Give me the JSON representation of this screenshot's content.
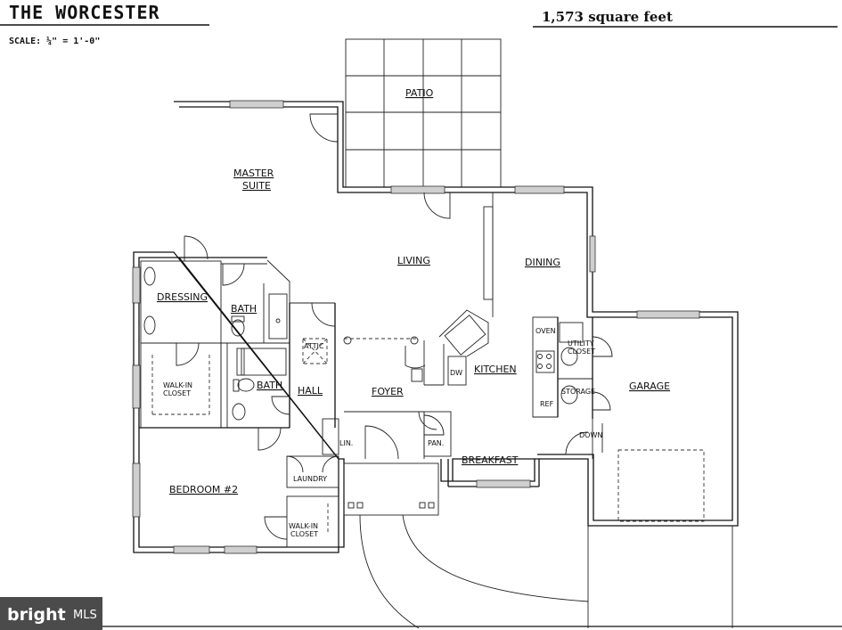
{
  "header": {
    "title": "THE WORCESTER",
    "scale": "SCALE: ¼\" = 1'-0\"",
    "square_feet": "1,573 square feet"
  },
  "rooms": {
    "patio": "PATIO",
    "master_suite_line1": "MASTER",
    "master_suite_line2": "SUITE",
    "living": "LIVING",
    "dining": "DINING",
    "dressing": "DRESSING",
    "bath_master": "BATH",
    "attic": "ATTIC",
    "oven": "OVEN",
    "utility_line1": "UTILITY",
    "utility_line2": "CLOSET",
    "kitchen": "KITCHEN",
    "dw": "DW",
    "walkin1_line1": "WALK-IN",
    "walkin1_line2": "CLOSET",
    "bath_hall": "BATH",
    "hall": "HALL",
    "foyer": "FOYER",
    "storage": "STORAGE",
    "garage": "GARAGE",
    "ref": "REF",
    "lin": "LIN.",
    "pan": "PAN.",
    "down": "DOWN",
    "breakfast": "BREAKFAST",
    "laundry": "LAUNDRY",
    "bedroom2": "BEDROOM #2",
    "walkin2_line1": "WALK-IN",
    "walkin2_line2": "CLOSET"
  },
  "watermark": {
    "brand": "bright",
    "suffix": "MLS"
  }
}
